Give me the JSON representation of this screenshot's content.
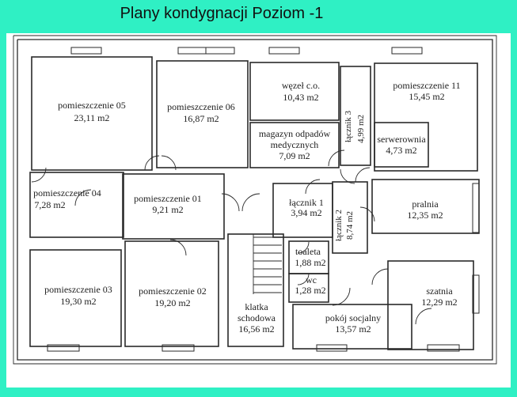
{
  "title": "Plany kondygnacji Poziom -1",
  "colors": {
    "background": "#2ff0c4",
    "sheet": "#ffffff",
    "walls": "#2a2a2a"
  },
  "rooms": {
    "p05": {
      "name": "pomieszczenie 05",
      "area": "23,11 m2"
    },
    "p06": {
      "name": "pomieszczenie 06",
      "area": "16,87 m2"
    },
    "wezel": {
      "name": "węzeł c.o.",
      "area": "10,43 m2"
    },
    "magazyn": {
      "line1": "magazyn odpadów",
      "line2": "medycznych",
      "area": "7,09 m2"
    },
    "lacznik3": {
      "name": "łącznik 3",
      "area": "4,99 m2"
    },
    "p11": {
      "name": "pomieszczenie 11",
      "area": "15,45 m2"
    },
    "serwerownia": {
      "name": "serwerownia",
      "area": "4,73 m2"
    },
    "p04": {
      "name": "pomieszczenie 04",
      "area": "7,28 m2"
    },
    "p01": {
      "name": "pomieszczenie 01",
      "area": "9,21 m2"
    },
    "lacznik1": {
      "name": "łącznik 1",
      "area": "3,94 m2"
    },
    "lacznik2": {
      "name": "łącznik 2",
      "area": "8,74 m2"
    },
    "pralnia": {
      "name": "pralnia",
      "area": "12,35 m2"
    },
    "toaleta": {
      "name": "toaleta",
      "area": "1,88 m2"
    },
    "wc": {
      "name": "wc",
      "area": "1,28 m2"
    },
    "p03": {
      "name": "pomieszczenie 03",
      "area": "19,30 m2"
    },
    "p02": {
      "name": "pomieszczenie 02",
      "area": "19,20 m2"
    },
    "klatka": {
      "line1": "klatka",
      "line2": "schodowa",
      "area": "16,56 m2"
    },
    "pokoj": {
      "name": "pokój socjalny",
      "area": "13,57 m2"
    },
    "szatnia": {
      "name": "szatnia",
      "area": "12,29 m2"
    }
  }
}
